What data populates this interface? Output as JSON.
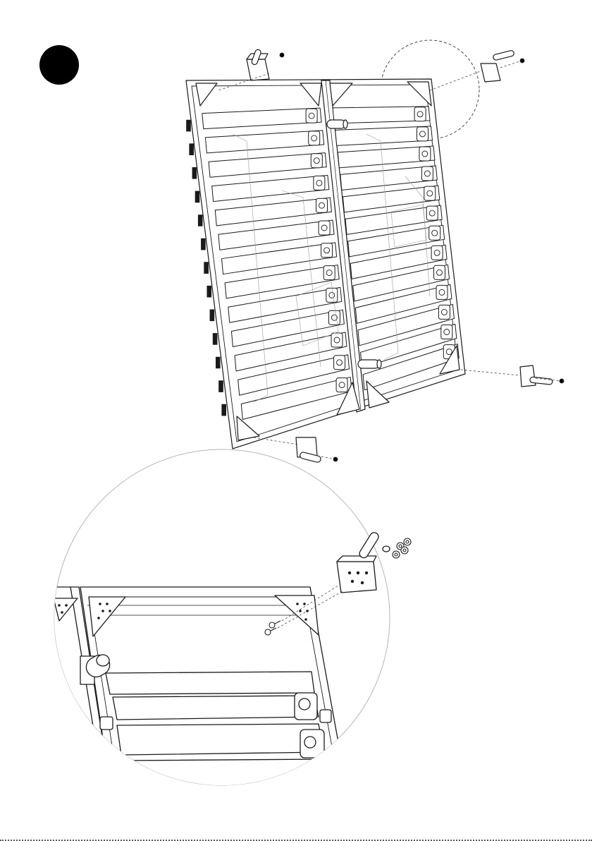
{
  "step": {
    "label": ""
  },
  "colors": {
    "ink": "#000000",
    "line": "#1a1a1a",
    "light_line": "#8a8a8a",
    "detail_circle": "#b5b5b5",
    "fill": "#ffffff"
  },
  "parts": {
    "frame": "bed-frame-slatted-base",
    "leg_bracket": "leg-with-corner-plate",
    "fastener": "bolt-and-nut"
  },
  "assembly": {
    "leg_count": 4,
    "slats_per_section": 13,
    "sections": 2
  },
  "detail_view": {
    "subject": "leg-plate-to-corner-bracket",
    "fasteners_shown": 4,
    "bolts_shown": 2
  }
}
